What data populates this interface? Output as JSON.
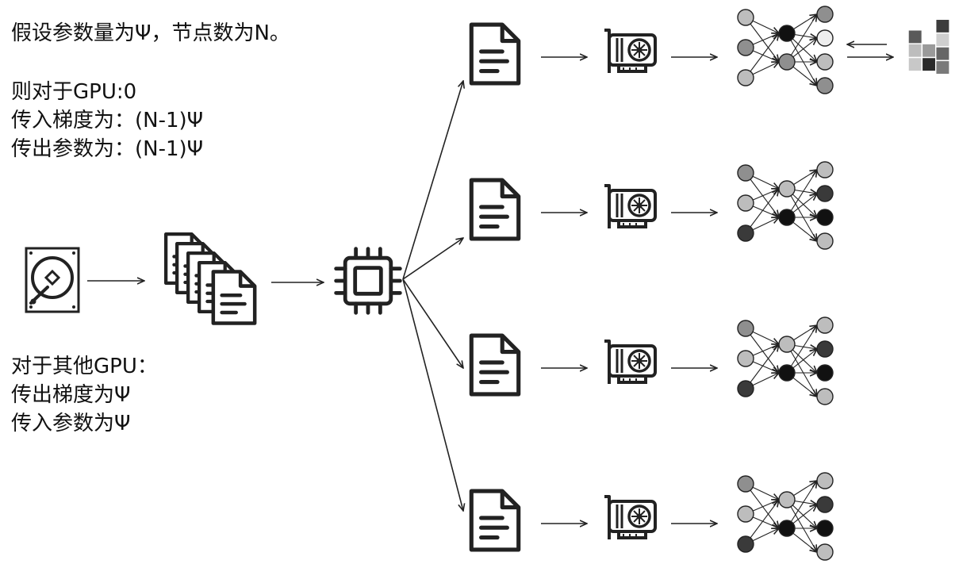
{
  "notes": {
    "assumption": "假设参数量为Ψ，节点数为N。",
    "gpu0": [
      "则对于GPU:0",
      "传入梯度为：(N-1)Ψ",
      "传出参数为：(N-1)Ψ"
    ],
    "other_gpus": [
      "对于其他GPU：",
      "传出梯度为Ψ",
      "传入参数为Ψ"
    ]
  },
  "icons": {
    "storage": "hard-drive-icon",
    "dataset": "document-stack-icon",
    "host": "cpu-chip-icon",
    "shard": "document-icon",
    "device": "gpu-card-icon",
    "model": "neural-network-icon",
    "parameter_server": "parameter-blocks-icon"
  },
  "branches": [
    {
      "gpu_index": 0,
      "has_parameter_server": true
    },
    {
      "gpu_index": 1,
      "has_parameter_server": false
    },
    {
      "gpu_index": 2,
      "has_parameter_server": false
    },
    {
      "gpu_index": 3,
      "has_parameter_server": false
    }
  ],
  "colors": {
    "ink": "#222222",
    "node_light": "#bdbdbd",
    "node_mid": "#8f8f8f",
    "node_dark": "#3a3a3a",
    "node_black": "#111111",
    "node_white": "#eeeeee"
  }
}
